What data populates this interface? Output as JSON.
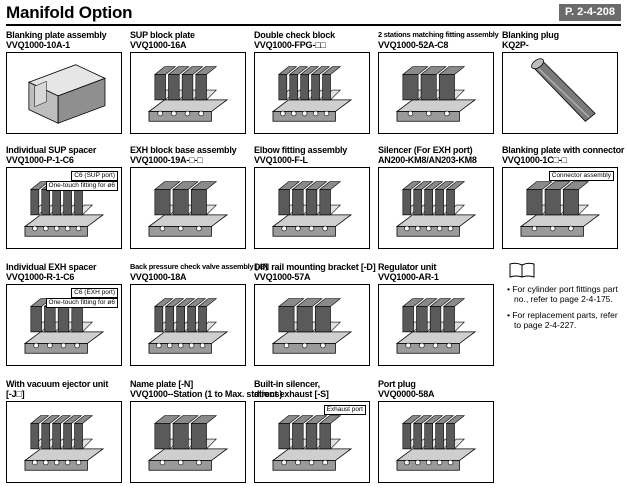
{
  "header": {
    "title": "Manifold Option",
    "page_ref": "P. 2-4-208"
  },
  "cells": [
    {
      "t1": "Blanking plate assembly",
      "t2": "VVQ1000-10A-1",
      "icon": "blanking-plate"
    },
    {
      "t1": "SUP block plate",
      "t2": "VVQ1000-16A",
      "icon": "manifold"
    },
    {
      "t1": "Double check block",
      "t2": "VVQ1000-FPG-□□",
      "icon": "manifold"
    },
    {
      "t1": "2 stations matching fitting assembly",
      "t2": "VVQ1000-52A-C8",
      "icon": "manifold",
      "small": true
    },
    {
      "t1": "Blanking plug",
      "t2": "KQ2P-",
      "icon": "plug"
    },
    {
      "t1": "Individual SUP spacer",
      "t2": "VVQ1000-P-1-C6",
      "icon": "manifold",
      "callout1": "C6 (SUP port)",
      "callout2": "One-touch fitting for ø6"
    },
    {
      "t1": "EXH block base assembly",
      "t2": "VVQ1000-19A-□-□",
      "icon": "manifold"
    },
    {
      "t1": "Elbow fitting assembly",
      "t2": "VVQ1000-F-L",
      "icon": "manifold"
    },
    {
      "t1": "Silencer (For EXH port)",
      "t2": "AN200-KM8/AN203-KM8",
      "icon": "manifold"
    },
    {
      "t1": "Blanking plate with connector",
      "t2": "VVQ1000-1C□-□",
      "icon": "manifold",
      "callout1": "Connector assembly"
    },
    {
      "t1": "Individual EXH spacer",
      "t2": "VVQ1000-R-1-C6",
      "icon": "manifold",
      "callout1": "C6 (EXH port)",
      "callout2": "One-touch fitting for ø6"
    },
    {
      "t1": "Back pressure check valve assembly [-B]",
      "t2": "VVQ1000-18A",
      "icon": "manifold",
      "small": true
    },
    {
      "t1": "DIN rail mounting bracket [-D]",
      "t2": "VVQ1000-57A",
      "icon": "manifold"
    },
    {
      "t1": "Regulator unit",
      "t2": "VVQ1000-AR-1",
      "icon": "manifold"
    },
    {
      "t1": "With vacuum ejector unit",
      "t2": "[-J□]",
      "icon": "manifold"
    },
    {
      "t1": "Name plate [-N]",
      "t2": "VVQ1000--Station (1 to Max. stations)",
      "icon": "manifold"
    },
    {
      "t1": "Built-in silencer,",
      "t2": "direct exhaust [-S]",
      "icon": "manifold",
      "callout1": "Exhaust port"
    },
    {
      "t1": "Port plug",
      "t2": "VVQ0000-58A",
      "icon": "manifold"
    }
  ],
  "notes": [
    "• For cylinder port fittings part no., refer to page 2-4-175.",
    "• For replacement parts, refer to page 2-4-227."
  ]
}
